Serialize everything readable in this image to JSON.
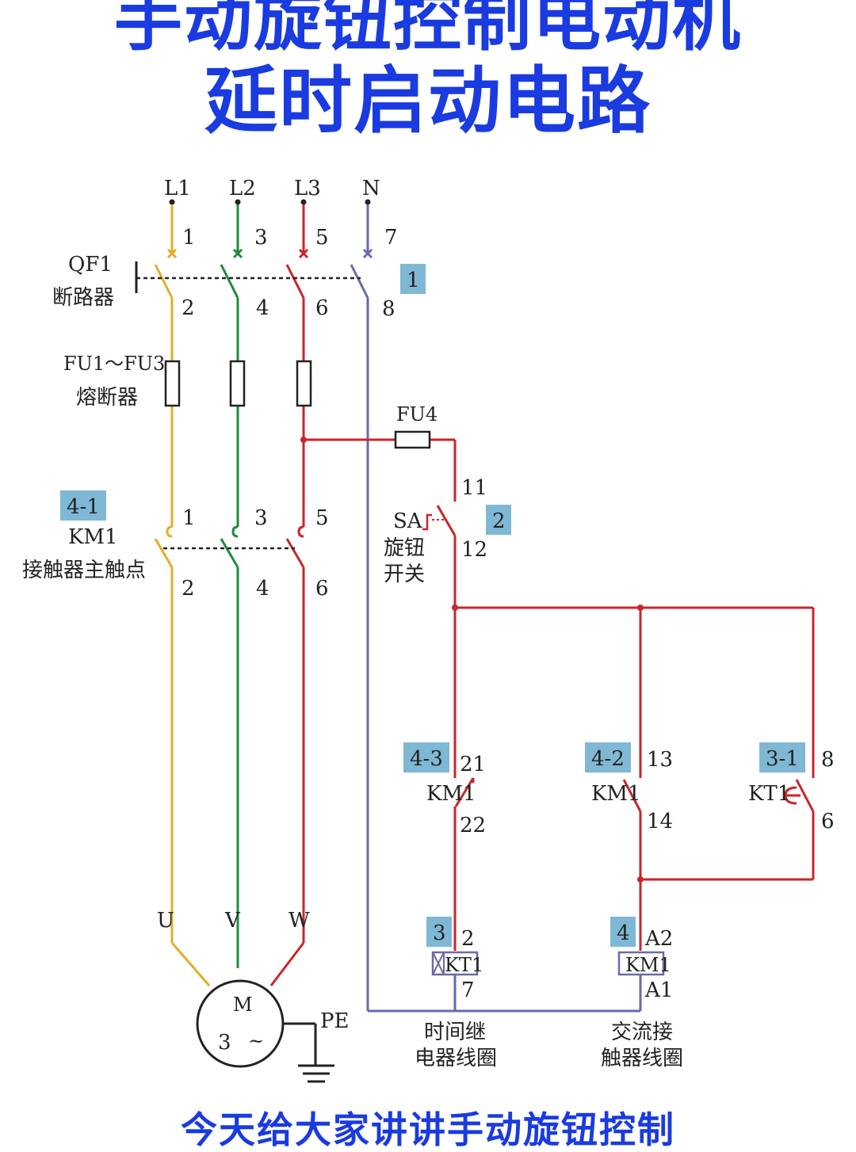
{
  "title": {
    "line1": "手动旋钮控制电动机",
    "line2": "延时启动电路"
  },
  "footer_text": "今天给大家讲讲手动旋钮控制",
  "colors": {
    "L1": "#e2ad29",
    "L2": "#1f8b3a",
    "L3": "#c8262b",
    "N": "#6a6aa8",
    "title": "#1a3be0",
    "tag": "#7fb8d4"
  },
  "phases": [
    "L1",
    "L2",
    "L3",
    "N"
  ],
  "breaker": {
    "name": "QF1",
    "desc": "断路器",
    "tag": "1",
    "top_terminals": [
      "1",
      "3",
      "5",
      "7"
    ],
    "bottom_terminals": [
      "2",
      "4",
      "6",
      "8"
    ]
  },
  "fuses": {
    "name": "FU1～FU3",
    "desc": "熔断器"
  },
  "fu4": {
    "name": "FU4"
  },
  "contactor_main": {
    "tag": "4-1",
    "name": "KM1",
    "desc": "接触器主触点",
    "top_terminals": [
      "1",
      "3",
      "5"
    ],
    "bottom_terminals": [
      "2",
      "4",
      "6"
    ]
  },
  "motor": {
    "terminals": [
      "U",
      "V",
      "W"
    ],
    "label": "M",
    "phase": "3",
    "ac": "~",
    "pe": "PE"
  },
  "sa": {
    "name": "SA",
    "desc1": "旋钮",
    "desc2": "开关",
    "tag": "2",
    "t1": "11",
    "t2": "12"
  },
  "km1_nc": {
    "tag": "4-3",
    "name": "KM1",
    "t1": "21",
    "t2": "22"
  },
  "km1_no": {
    "tag": "4-2",
    "name": "KM1",
    "t1": "13",
    "t2": "14"
  },
  "kt1_contact": {
    "tag": "3-1",
    "name": "KT1",
    "t1": "8",
    "t2": "6"
  },
  "kt1_coil": {
    "tag": "3",
    "name": "KT1",
    "t1": "2",
    "t2": "7",
    "desc1": "时间继",
    "desc2": "电器线圈"
  },
  "km1_coil": {
    "tag": "4",
    "name": "KM1",
    "t1": "A2",
    "t2": "A1",
    "desc1": "交流接",
    "desc2": "触器线圈"
  }
}
